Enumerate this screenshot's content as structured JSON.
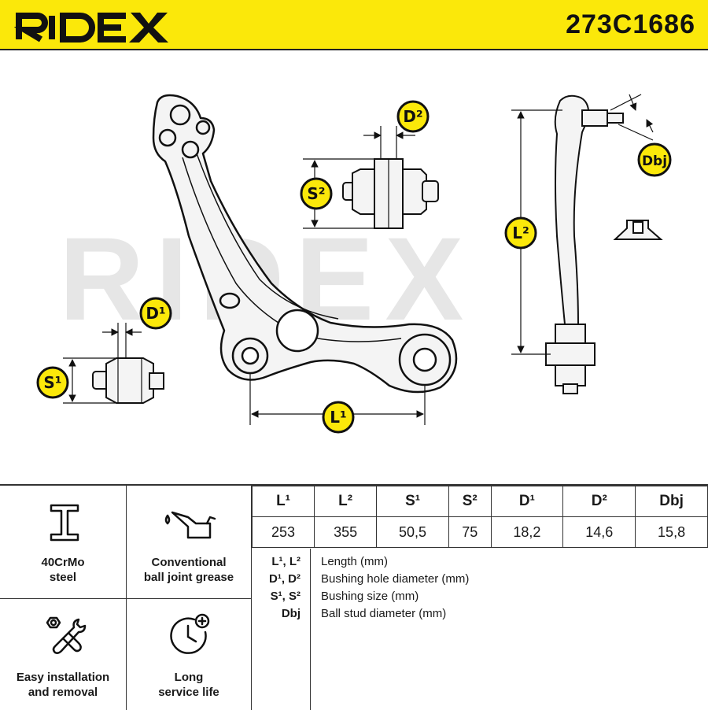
{
  "header": {
    "brand": "RIDEX",
    "part_number": "273C1686"
  },
  "drawing": {
    "watermark": "RIDEX",
    "labels": {
      "L1": "L¹",
      "L2": "L²",
      "S1": "S¹",
      "S2": "S²",
      "D1": "D¹",
      "D2": "D²",
      "Dbj": "Dbj"
    }
  },
  "features": [
    {
      "icon": "i-beam-icon",
      "label_line1": "40CrMo",
      "label_line2": "steel"
    },
    {
      "icon": "grease-gun-icon",
      "label_line1": "Conventional",
      "label_line2": "ball joint grease"
    },
    {
      "icon": "tools-icon",
      "label_line1": "Easy installation",
      "label_line2": "and removal"
    },
    {
      "icon": "clock-plus-icon",
      "label_line1": "Long",
      "label_line2": "service life"
    }
  ],
  "spec_table": {
    "headers": [
      "L¹",
      "L²",
      "S¹",
      "S²",
      "D¹",
      "D²",
      "Dbj"
    ],
    "values": [
      "253",
      "355",
      "50,5",
      "75",
      "18,2",
      "14,6",
      "15,8"
    ]
  },
  "legend": [
    {
      "symbol": "L¹, L²",
      "description": "Length (mm)"
    },
    {
      "symbol": "D¹, D²",
      "description": "Bushing hole diameter (mm)"
    },
    {
      "symbol": "S¹, S²",
      "description": "Bushing size (mm)"
    },
    {
      "symbol": "Dbj",
      "description": "Ball stud diameter (mm)"
    }
  ],
  "colors": {
    "brand_yellow": "#fbe80a",
    "ink": "#111111",
    "watermark": "#e6e6e6"
  }
}
